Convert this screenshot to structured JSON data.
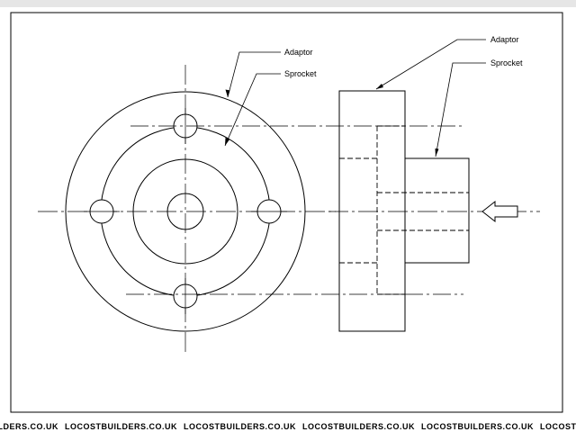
{
  "labels": {
    "front_adaptor": "Adaptor",
    "front_sprocket": "Sprocket",
    "side_adaptor": "Adaptor",
    "side_sprocket": "Sprocket"
  },
  "watermark": {
    "text": "LOCOSTBUILDERS.CO.UK",
    "color": "#b8b8b8"
  },
  "colors": {
    "line": "#000000",
    "background": "#ffffff"
  }
}
